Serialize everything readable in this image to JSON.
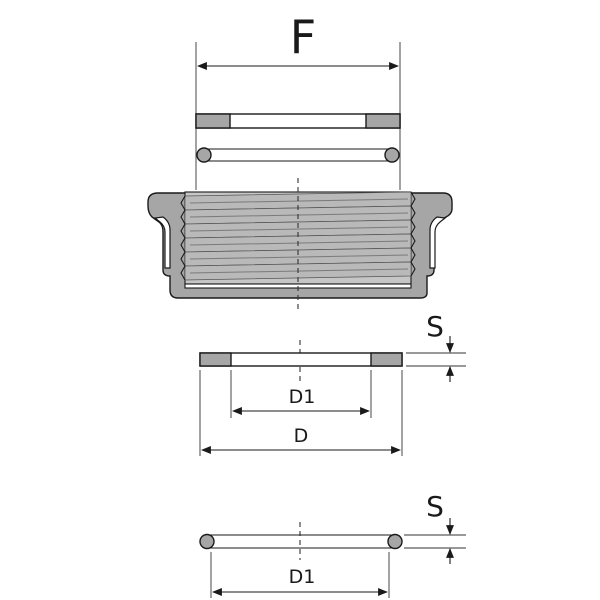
{
  "labels": {
    "top_width": "F",
    "washer_thickness": "S",
    "washer_inner_diameter": "D1",
    "washer_outer_diameter": "D",
    "oring_thickness": "S",
    "oring_inner_diameter": "D1"
  },
  "colors": {
    "part_fill": "#a6a6a6",
    "thread_fill": "#b9b9b9",
    "outline": "#1a1a1a"
  }
}
